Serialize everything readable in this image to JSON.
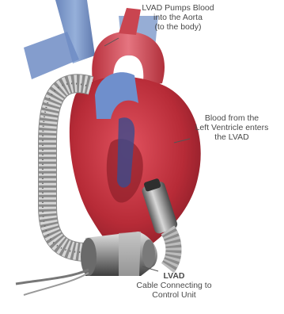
{
  "labels": {
    "aorta": [
      "LVAD Pumps Blood",
      "into the Aorta",
      "(to the body)"
    ],
    "ventricle": [
      "Blood from the",
      "Left Ventricle enters",
      "the LVAD"
    ],
    "lvad": {
      "title": "LVAD",
      "lines": [
        "Cable Connecting to",
        "Control Unit"
      ]
    }
  }
}
